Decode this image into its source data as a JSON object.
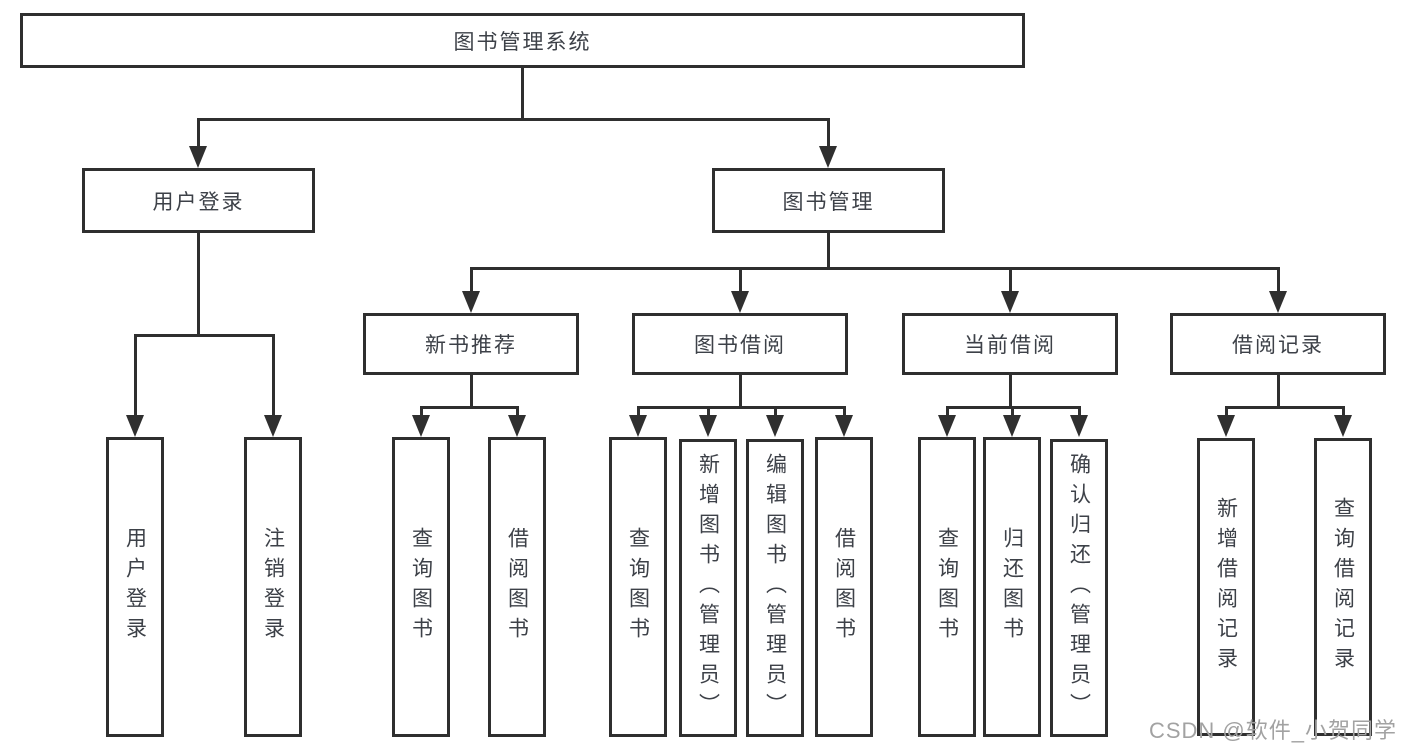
{
  "nodes": {
    "root": "图书管理系统",
    "user_login": "用户登录",
    "book_management": "图书管理",
    "new_book_recommend": "新书推荐",
    "book_borrow": "图书借阅",
    "current_borrow": "当前借阅",
    "borrow_records": "借阅记录",
    "ul_user_login": "用户登录",
    "ul_logout": "注销登录",
    "nbr_query_books": "查询图书",
    "nbr_borrow_books": "借阅图书",
    "bb_query_books": "查询图书",
    "bb_add_books": "新增图书（管理员）",
    "bb_edit_books": "编辑图书（管理员）",
    "bb_borrow_books": "借阅图书",
    "cb_query_books": "查询图书",
    "cb_return_books": "归还图书",
    "cb_confirm_return": "确认归还（管理员）",
    "br_add_record": "新增借阅记录",
    "br_query_record": "查询借阅记录"
  },
  "watermark": "CSDN @软件_小贺同学"
}
